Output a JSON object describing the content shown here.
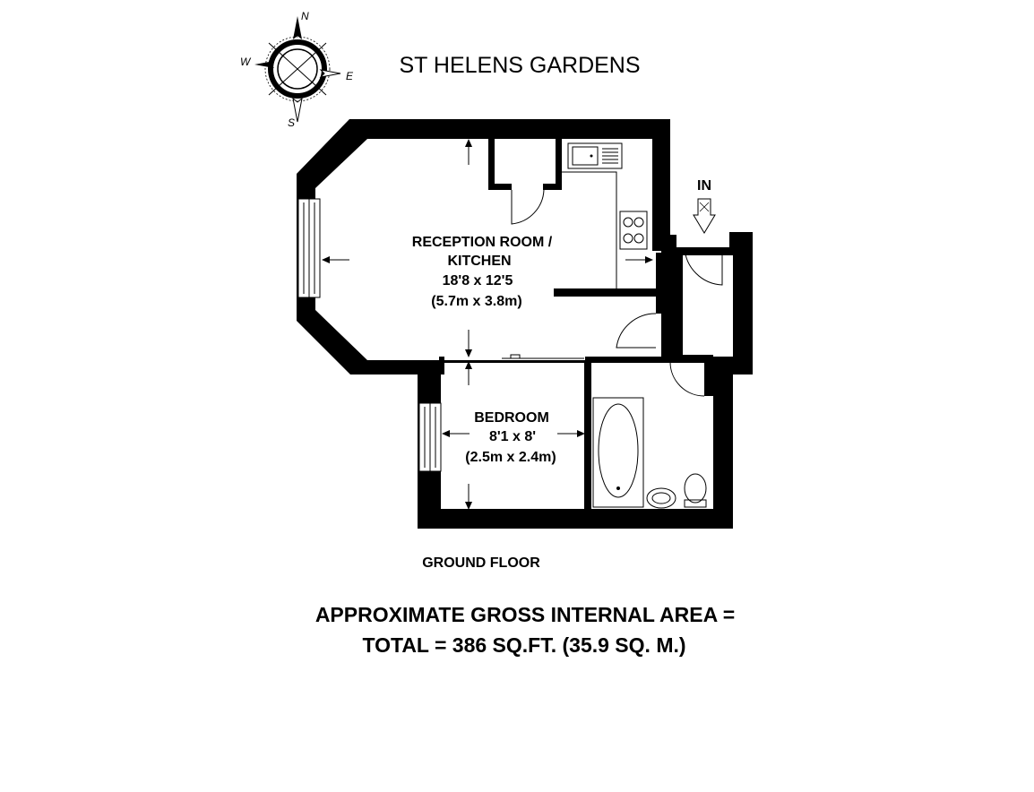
{
  "title": "ST HELENS GARDENS",
  "compass": {
    "n": "N",
    "e": "E",
    "s": "S",
    "w": "W"
  },
  "entrance_label": "IN",
  "rooms": {
    "reception": {
      "name_line1": "RECEPTION ROOM /",
      "name_line2": "KITCHEN",
      "size_imperial": "18'8 x 12'5",
      "size_metric": "(5.7m x 3.8m)"
    },
    "bedroom": {
      "name": "BEDROOM",
      "size_imperial": "8'1 x 8'",
      "size_metric": "(2.5m x 2.4m)"
    }
  },
  "floor_label": "GROUND FLOOR",
  "area": {
    "line1": "APPROXIMATE GROSS INTERNAL AREA =",
    "line2": "TOTAL = 386 SQ.FT. (35.9 SQ. M.)"
  }
}
